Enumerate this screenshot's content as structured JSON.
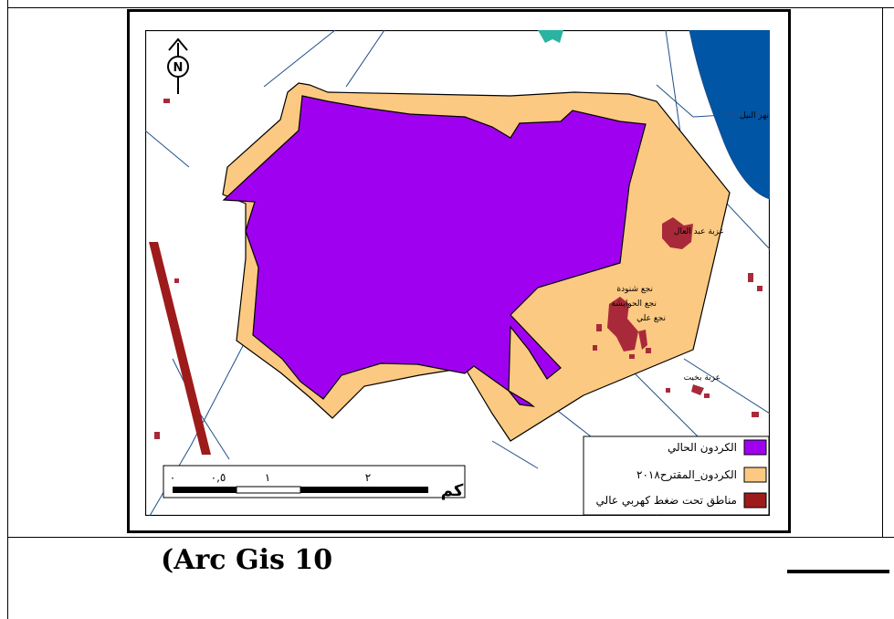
{
  "colors": {
    "current_boundary": "#a000f0",
    "proposed_boundary": "#fbc981",
    "high_voltage": "#9e1b1b",
    "nile": "#0055a5",
    "villages": "#a82a3a",
    "roads": "#1e4f8a",
    "teal": "#2ab3a0"
  },
  "map": {
    "north_arrow_letter": "N",
    "places": {
      "nile": "نهر النيل",
      "ezbet_abd_elaal": "عزبة عبد العال",
      "nagaa_shnouda": "نجع شنودة",
      "nagaa_elhawaesh": "نجع الحوايشة",
      "nagaa_ali": "نجع علي",
      "ezbet_bekheet": "عزبة بخيت"
    },
    "icons": [
      "north-arrow-icon"
    ]
  },
  "legend": {
    "items": [
      {
        "label": "الكردون الحالي",
        "swatch": "#a000f0"
      },
      {
        "label": "الكردون_المقترح٢٠١٨",
        "swatch": "#fbc981"
      },
      {
        "label": "مناطق تحت ضغط كهربي عالي",
        "swatch": "#9e1b1b"
      }
    ]
  },
  "scale_bar": {
    "unit": "كم",
    "ticks": [
      "٠",
      "٠,٥",
      "١",
      "٢"
    ]
  },
  "caption": "(Arc Gis 10"
}
